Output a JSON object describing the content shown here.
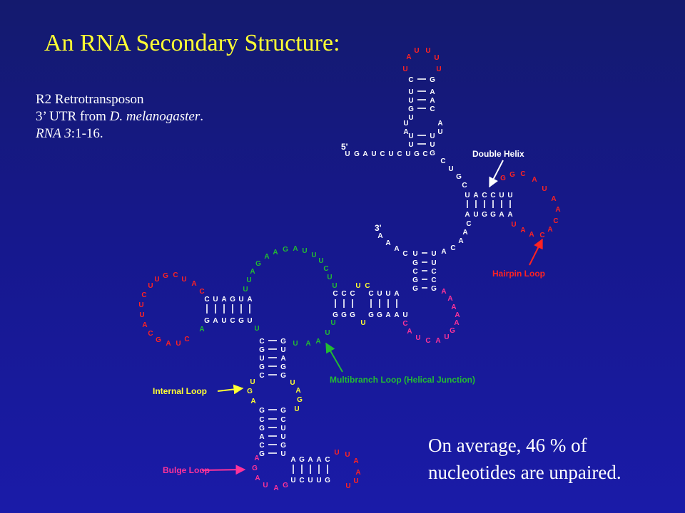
{
  "title": "An RNA Secondary Structure:",
  "citation": {
    "line1": "R2 Retrotransposon",
    "line2_prefix": "3’ UTR from ",
    "line2_species": "D. melanogaster",
    "line2_suffix": ".",
    "line3_journal": "RNA 3",
    "line3_pages": ":1-16."
  },
  "summary": {
    "line1": "On average, 46 % of",
    "line2": "nucleotides are unpaired."
  },
  "labels": {
    "double_helix": "Double Helix",
    "hairpin_loop": "Hairpin Loop",
    "multibranch_loop": "Multibranch Loop (Helical Junction)",
    "internal_loop": "Internal Loop",
    "bulge_loop": "Bulge Loop"
  },
  "ends": {
    "five_prime": "5'",
    "three_prime": "3'"
  },
  "colors": {
    "paired": "#ffffff",
    "hairpin": "#ff2222",
    "internal": "#ffff33",
    "multibranch": "#22bb33",
    "bulge": "#ff3399",
    "title": "#ffff33"
  },
  "nucleotides": {
    "top_hairpin_loop": [
      "A",
      "U",
      "U",
      "U",
      "U",
      "U"
    ],
    "top_stem_left": [
      "C",
      "U",
      "U",
      "G",
      "U",
      "U",
      "A",
      "U",
      "U"
    ],
    "top_stem_right": [
      "G",
      "A",
      "A",
      "C",
      "A",
      "U",
      "U",
      "U",
      "G"
    ],
    "five_prime_strand": [
      "U",
      "G",
      "A",
      "U",
      "C",
      "U",
      "C",
      "U",
      "G",
      "C"
    ],
    "connector": [
      "C",
      "U",
      "G",
      "C"
    ],
    "right_helix_top": [
      "U",
      "A",
      "C",
      "C",
      "U",
      "U"
    ],
    "right_helix_bottom": [
      "A",
      "U",
      "G",
      "G",
      "A",
      "A"
    ],
    "right_hairpin_loop": [
      "G",
      "G",
      "C",
      "A",
      "U",
      "A",
      "A",
      "C",
      "A",
      "C",
      "A",
      "A",
      "U"
    ],
    "right_descent": [
      "C",
      "A",
      "A",
      "C",
      "A"
    ],
    "three_prime_tail": [
      "A",
      "A",
      "A",
      "C"
    ],
    "center_stem_left": [
      "U",
      "G",
      "C",
      "G",
      "G"
    ],
    "center_stem_right": [
      "U",
      "U",
      "C",
      "C",
      "G"
    ],
    "center_loop": [
      "A",
      "A",
      "A",
      "A",
      "A",
      "G",
      "U",
      "A",
      "C",
      "U",
      "A",
      "C"
    ],
    "mid_helix_top": [
      "C",
      "C",
      "C",
      "C",
      "U",
      "U",
      "A"
    ],
    "mid_helix_bottom": [
      "G",
      "G",
      "G",
      "G",
      "G",
      "A",
      "A",
      "U"
    ],
    "mid_unpaired": [
      "U",
      "C",
      "U"
    ],
    "left_helix_top": [
      "C",
      "U",
      "A",
      "G",
      "U",
      "A"
    ],
    "left_helix_bottom": [
      "G",
      "A",
      "U",
      "C",
      "G",
      "U"
    ],
    "left_hairpin_loop": [
      "U",
      "G",
      "C",
      "U",
      "A",
      "C",
      "U",
      "C",
      "U",
      "U",
      "A",
      "C",
      "G",
      "A",
      "U",
      "C"
    ],
    "multibranch_loop": [
      "U",
      "U",
      "A",
      "G",
      "A",
      "A",
      "G",
      "A",
      "U",
      "U",
      "U",
      "C",
      "U",
      "U",
      "U",
      "U",
      "A",
      "A",
      "U",
      "U",
      "A"
    ],
    "lower_stem1_left": [
      "C",
      "G",
      "U",
      "G",
      "C"
    ],
    "lower_stem1_right": [
      "G",
      "U",
      "A",
      "G",
      "G"
    ],
    "internal_loop_left": [
      "U",
      "G",
      "A"
    ],
    "internal_loop_right": [
      "U",
      "A",
      "G",
      "U"
    ],
    "lower_stem2_left": [
      "G",
      "C",
      "G",
      "A",
      "C",
      "G"
    ],
    "lower_stem2_right": [
      "G",
      "C",
      "U",
      "U",
      "G",
      "U"
    ],
    "bulge_loop": [
      "A",
      "G",
      "A",
      "U",
      "A",
      "G"
    ],
    "bottom_helix_top": [
      "A",
      "G",
      "A",
      "A",
      "C"
    ],
    "bottom_helix_bottom": [
      "U",
      "C",
      "U",
      "U",
      "G"
    ],
    "bottom_hairpin_loop": [
      "U",
      "U",
      "A",
      "A",
      "U",
      "U"
    ]
  }
}
